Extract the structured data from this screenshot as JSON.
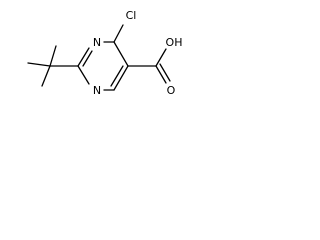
{
  "molecule": {
    "atoms": {
      "n_ring_top": "N",
      "n_ring_bottom": "N",
      "chlorine": "Cl",
      "hydroxyl": "OH",
      "carbonyl_o": "O"
    },
    "colors": {
      "bond": "#000000",
      "text": "#000000",
      "background": "#ffffff"
    }
  }
}
